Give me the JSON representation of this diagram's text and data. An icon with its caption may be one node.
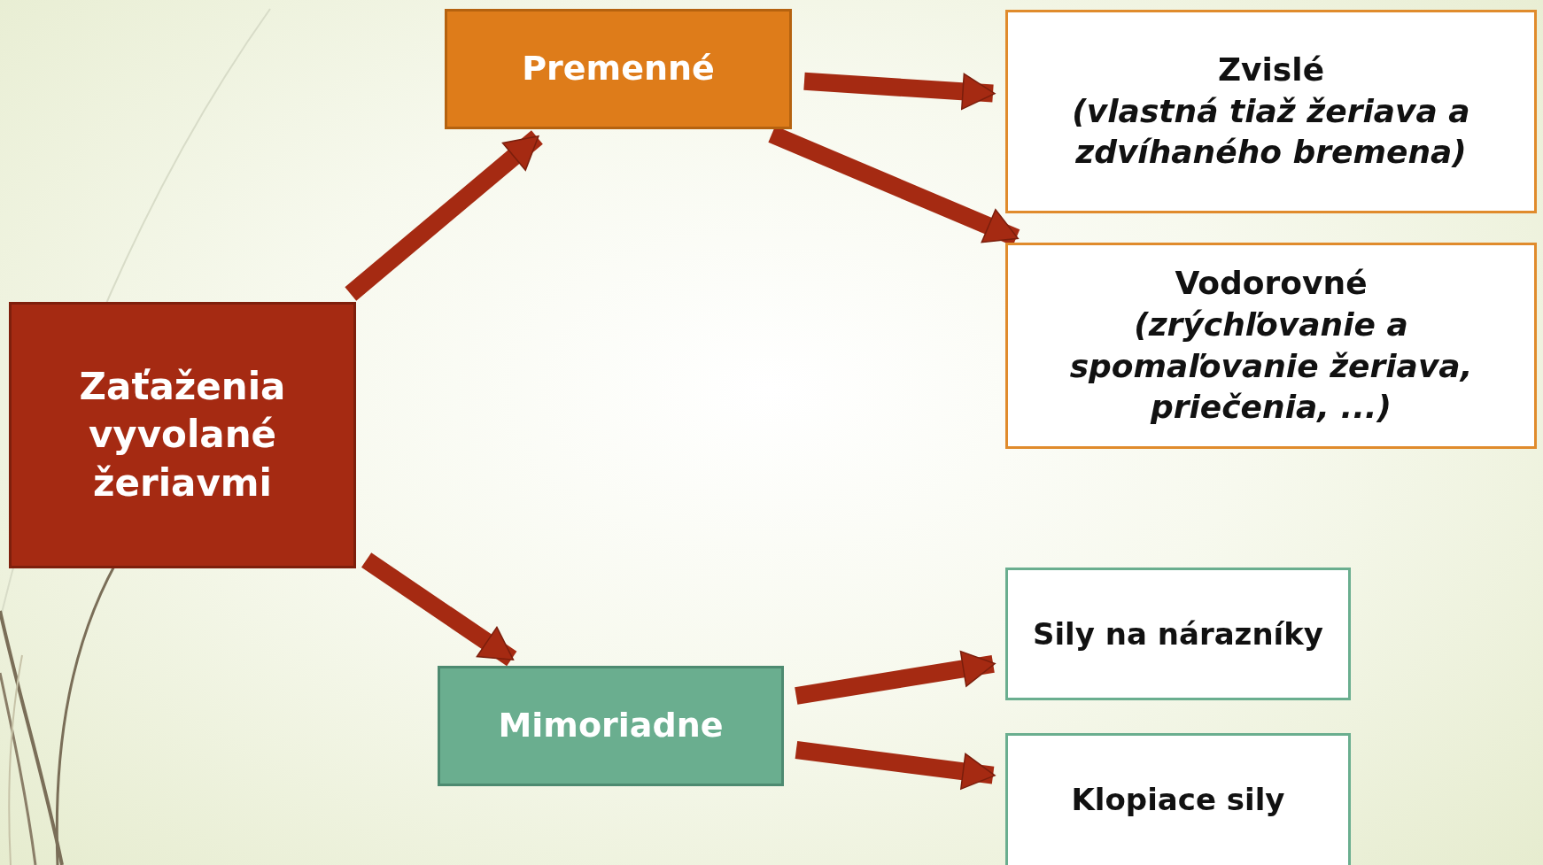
{
  "diagram": {
    "nodes": [
      {
        "text": [
          "Zaťaženia vyvolané žeriavmi"
        ]
      },
      {
        "text": [
          "Premenné"
        ]
      },
      {
        "text": [
          "Zvislé",
          "(vlastná tiaž žeriava a zdvíhaného bremena)"
        ]
      },
      {
        "text": [
          "Vodorovné",
          "(zrýchľovanie a spomaľovanie žeriava, priečenia, ...)"
        ]
      },
      {
        "text": [
          "Mimoriadne"
        ]
      },
      {
        "text": [
          "Sily na nárazníky"
        ]
      },
      {
        "text": [
          "Klopiace sily"
        ]
      }
    ],
    "edges": [
      {
        "from": 0,
        "to": 1,
        "arrow": "to"
      },
      {
        "from": 1,
        "to": 2,
        "arrow": "to"
      },
      {
        "from": 1,
        "to": 3,
        "arrow": "to"
      },
      {
        "from": 0,
        "to": 4,
        "arrow": "to"
      },
      {
        "from": 4,
        "to": 5,
        "arrow": "to"
      },
      {
        "from": 4,
        "to": 6,
        "arrow": "to"
      }
    ]
  }
}
